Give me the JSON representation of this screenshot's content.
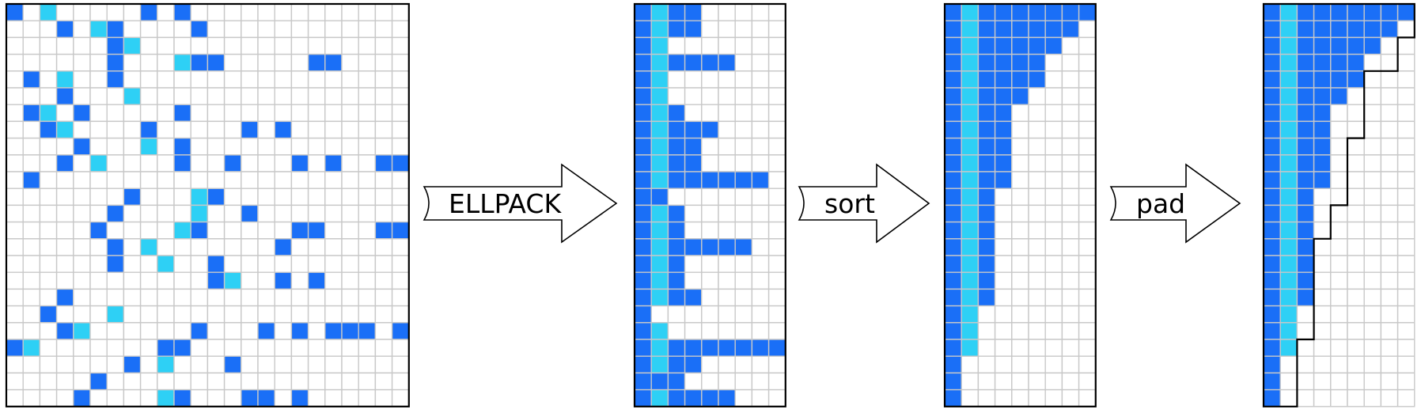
{
  "colors": {
    "nonzero": "#1a6ff7",
    "diagonal": "#2ed0f5",
    "empty": "#ffffff",
    "grid": "#c8c8c8",
    "border": "#000000"
  },
  "arrows": [
    {
      "label": "ELLPACK"
    },
    {
      "label": "sort"
    },
    {
      "label": "pad"
    }
  ],
  "sparse_matrix": {
    "rows": 24,
    "cols": 24,
    "rows_data": [
      {
        "diag": 2,
        "cols": [
          0,
          8,
          10
        ]
      },
      {
        "diag": 5,
        "cols": [
          3,
          6,
          11
        ]
      },
      {
        "diag": 7,
        "cols": [
          6
        ]
      },
      {
        "diag": 10,
        "cols": [
          6,
          11,
          12,
          18,
          19
        ]
      },
      {
        "diag": 3,
        "cols": [
          1,
          6
        ]
      },
      {
        "diag": 7,
        "cols": [
          3
        ]
      },
      {
        "diag": 2,
        "cols": [
          1,
          4,
          10
        ]
      },
      {
        "diag": 3,
        "cols": [
          2,
          8,
          14,
          16
        ]
      },
      {
        "diag": 8,
        "cols": [
          4,
          10
        ]
      },
      {
        "diag": 5,
        "cols": [
          3,
          10,
          13,
          17,
          19,
          22,
          23
        ]
      },
      {
        "diag": null,
        "cols": [
          1
        ]
      },
      {
        "diag": 11,
        "cols": [
          7,
          12
        ]
      },
      {
        "diag": 11,
        "cols": [
          6,
          14
        ]
      },
      {
        "diag": 10,
        "cols": [
          5,
          11,
          17,
          18,
          22,
          23
        ]
      },
      {
        "diag": 8,
        "cols": [
          6,
          16
        ]
      },
      {
        "diag": 9,
        "cols": [
          6,
          12
        ]
      },
      {
        "diag": 13,
        "cols": [
          12,
          16,
          18
        ]
      },
      {
        "diag": null,
        "cols": [
          3
        ]
      },
      {
        "diag": 6,
        "cols": [
          2
        ]
      },
      {
        "diag": 4,
        "cols": [
          3,
          11,
          15,
          17,
          19,
          20,
          21,
          23
        ]
      },
      {
        "diag": 1,
        "cols": [
          0,
          9,
          10
        ]
      },
      {
        "diag": 9,
        "cols": [
          7,
          13
        ]
      },
      {
        "diag": null,
        "cols": [
          5
        ]
      },
      {
        "diag": 9,
        "cols": [
          4,
          10,
          14,
          15,
          17
        ]
      }
    ]
  },
  "ellpack_matrix": {
    "rows": 24,
    "cols": 9,
    "row_lengths": [
      4,
      4,
      2,
      6,
      2,
      2,
      3,
      5,
      4,
      4,
      8,
      2,
      3,
      3,
      7,
      3,
      3,
      4,
      1,
      2,
      9,
      4,
      3,
      6
    ],
    "diag_flags": [
      1,
      1,
      1,
      1,
      1,
      1,
      1,
      1,
      1,
      1,
      1,
      0,
      1,
      1,
      1,
      1,
      1,
      1,
      0,
      1,
      1,
      1,
      0,
      1
    ]
  },
  "sorted_matrix": {
    "rows": 24,
    "cols": 9,
    "row_lengths": [
      9,
      8,
      7,
      6,
      6,
      5,
      4,
      4,
      4,
      4,
      4,
      3,
      3,
      3,
      3,
      3,
      3,
      3,
      2,
      2,
      2,
      1,
      1,
      1
    ],
    "diag_flags": [
      1,
      1,
      1,
      1,
      1,
      1,
      1,
      1,
      1,
      1,
      1,
      1,
      1,
      1,
      1,
      1,
      1,
      1,
      1,
      1,
      1,
      0,
      0,
      0
    ]
  },
  "padded_matrix": {
    "rows": 24,
    "cols": 9,
    "row_lengths": [
      9,
      8,
      7,
      6,
      6,
      5,
      4,
      4,
      4,
      4,
      4,
      3,
      3,
      3,
      3,
      3,
      3,
      3,
      2,
      2,
      2,
      1,
      1,
      1
    ],
    "diag_flags": [
      1,
      1,
      1,
      1,
      1,
      1,
      1,
      1,
      1,
      1,
      1,
      1,
      1,
      1,
      1,
      1,
      1,
      1,
      1,
      1,
      1,
      0,
      0,
      0
    ],
    "padded_lengths": [
      9,
      9,
      8,
      8,
      6,
      6,
      6,
      6,
      5,
      5,
      5,
      5,
      4,
      4,
      3,
      3,
      3,
      3,
      3,
      3,
      2,
      2,
      2,
      2
    ]
  }
}
